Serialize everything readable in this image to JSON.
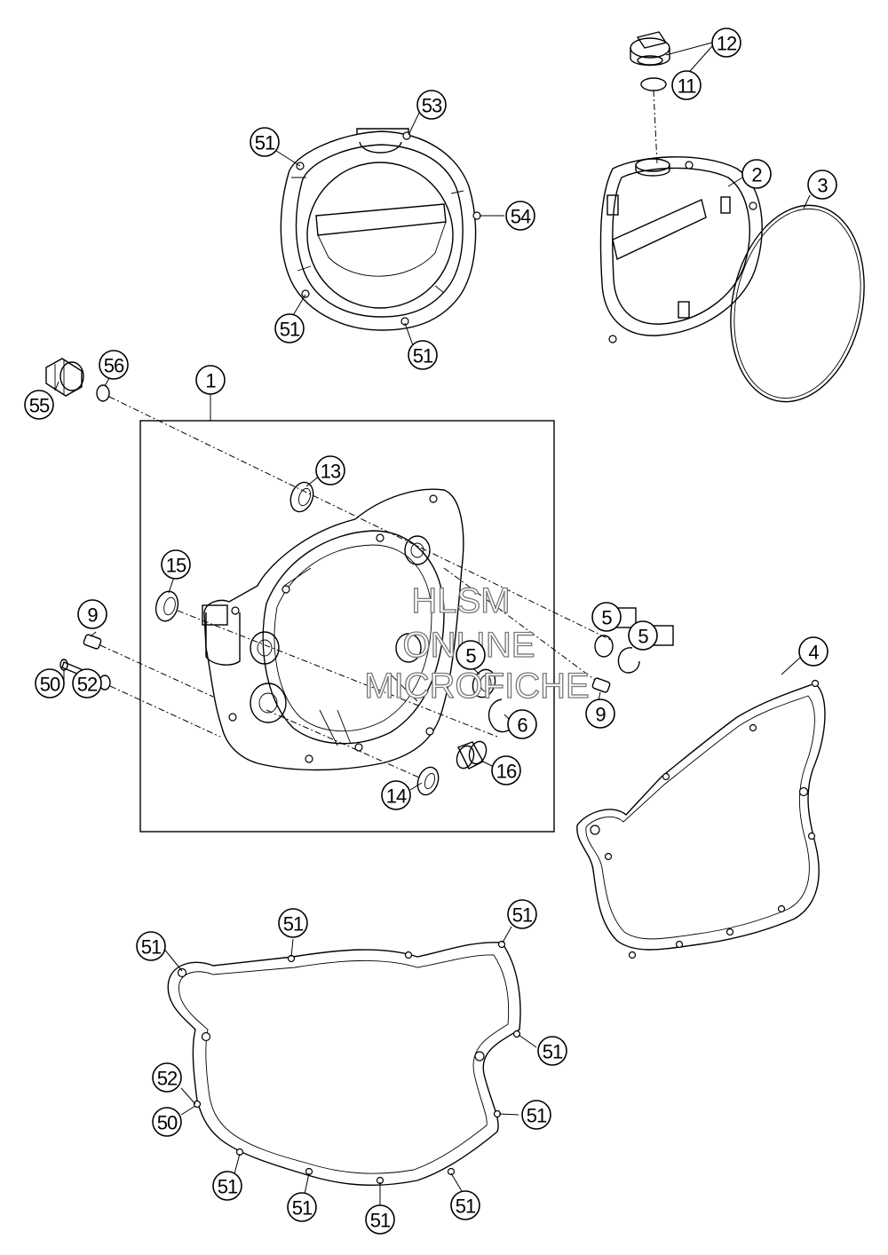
{
  "watermark": {
    "line1": "HLSM",
    "line2": "ONLINE",
    "line3": "MICROFICHE"
  },
  "callouts": [
    {
      "id": "c1",
      "label": "1"
    },
    {
      "id": "c2",
      "label": "2"
    },
    {
      "id": "c3",
      "label": "3"
    },
    {
      "id": "c4",
      "label": "4"
    },
    {
      "id": "c5a",
      "label": "5"
    },
    {
      "id": "c5b",
      "label": "5"
    },
    {
      "id": "c5c",
      "label": "5"
    },
    {
      "id": "c6",
      "label": "6"
    },
    {
      "id": "c9a",
      "label": "9"
    },
    {
      "id": "c9b",
      "label": "9"
    },
    {
      "id": "c11",
      "label": "11"
    },
    {
      "id": "c12",
      "label": "12"
    },
    {
      "id": "c13",
      "label": "13"
    },
    {
      "id": "c14",
      "label": "14"
    },
    {
      "id": "c15",
      "label": "15"
    },
    {
      "id": "c16",
      "label": "16"
    },
    {
      "id": "c50a",
      "label": "50"
    },
    {
      "id": "c50b",
      "label": "50"
    },
    {
      "id": "c51a",
      "label": "51"
    },
    {
      "id": "c51b",
      "label": "51"
    },
    {
      "id": "c51c",
      "label": "51"
    },
    {
      "id": "c51d",
      "label": "51"
    },
    {
      "id": "c51e",
      "label": "51"
    },
    {
      "id": "c51f",
      "label": "51"
    },
    {
      "id": "c51g",
      "label": "51"
    },
    {
      "id": "c51h",
      "label": "51"
    },
    {
      "id": "c51i",
      "label": "51"
    },
    {
      "id": "c51j",
      "label": "51"
    },
    {
      "id": "c51k",
      "label": "51"
    },
    {
      "id": "c51l",
      "label": "51"
    },
    {
      "id": "c51m",
      "label": "51"
    },
    {
      "id": "c52a",
      "label": "52"
    },
    {
      "id": "c52b",
      "label": "52"
    },
    {
      "id": "c53",
      "label": "53"
    },
    {
      "id": "c54",
      "label": "54"
    },
    {
      "id": "c55",
      "label": "55"
    },
    {
      "id": "c56",
      "label": "56"
    }
  ]
}
